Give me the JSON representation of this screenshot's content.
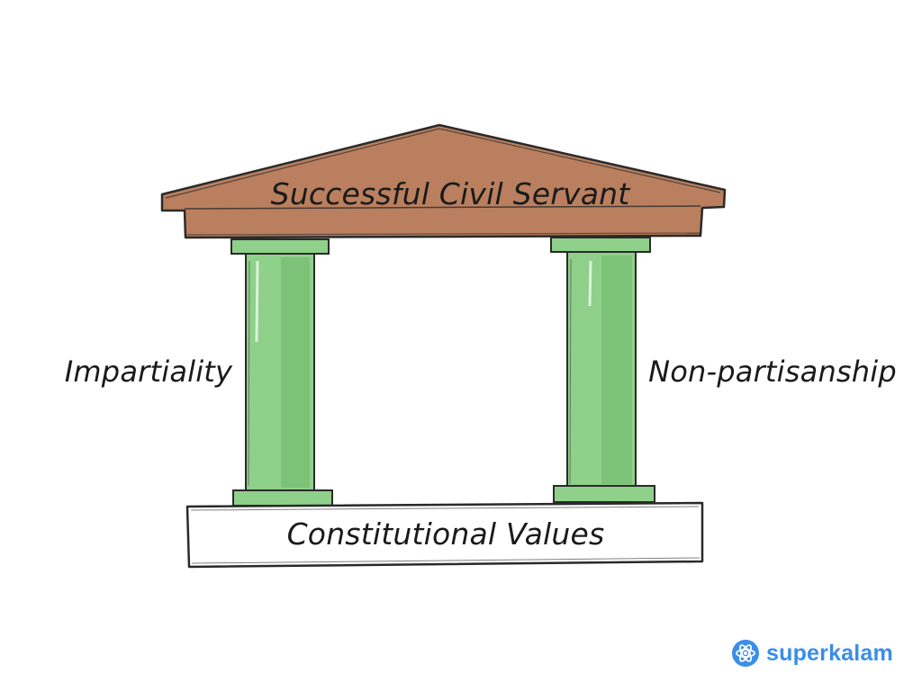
{
  "diagram": {
    "roof_label": "Successful Civil Servant",
    "left_pillar_label": "Impartiality",
    "right_pillar_label": "Non-partisanship",
    "base_label": "Constitutional Values"
  },
  "brand": {
    "name": "superkalam",
    "icon": "atom-logo-icon",
    "color": "#3a8ee8"
  },
  "colors": {
    "roof": "#b97f5e",
    "pillar": "#8fd08a",
    "pillar_dark": "#6fb96b",
    "base": "#ffffff",
    "outline": "#2a2a2a"
  }
}
